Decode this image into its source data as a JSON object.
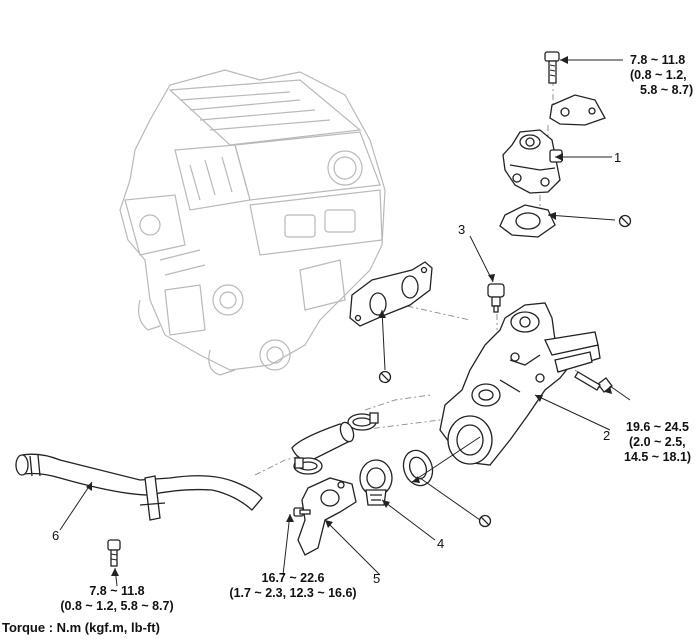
{
  "torque_labels": {
    "top_bolt": [
      "7.8 ~ 11.8",
      "(0.8 ~ 1.2,",
      "5.8 ~ 8.7)"
    ],
    "right_bolt": [
      "19.6 ~ 24.5",
      "(2.0 ~ 2.5,",
      "14.5 ~ 18.1)"
    ],
    "left_bolt": [
      "7.8 ~ 11.8",
      "(0.8 ~ 1.2, 5.8 ~ 8.7)"
    ],
    "thermostat_bolt": [
      "16.7 ~ 22.6",
      "(1.7 ~ 2.3, 12.3 ~ 16.6)"
    ]
  },
  "callouts": {
    "c1": "1",
    "c2": "2",
    "c3": "3",
    "c4": "4",
    "c5": "5",
    "c6": "6"
  },
  "footer": "Torque : N.m (kgf.m, lb-ft)",
  "icons": {
    "no_reuse": "circle-slash-icon"
  }
}
